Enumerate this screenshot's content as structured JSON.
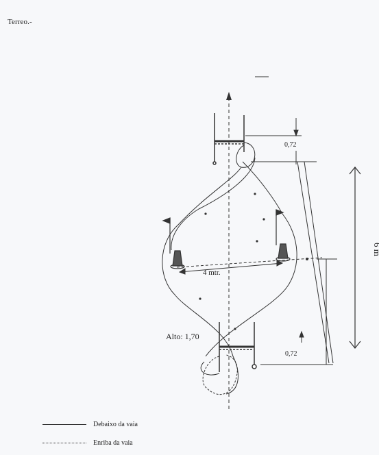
{
  "page": {
    "title": "Terreo.-"
  },
  "diagram": {
    "dim_top": "0,72",
    "dim_bottom": "0,72",
    "dim_width": "4 mtr.",
    "dim_length": "6 m",
    "height_label": "Alto: 1,70"
  },
  "legend": {
    "solid_label": "Debaixo da vaia",
    "dotted_label": "Enriba da vaia"
  },
  "colors": {
    "ink": "#222222",
    "paper": "#f7f8fa"
  }
}
